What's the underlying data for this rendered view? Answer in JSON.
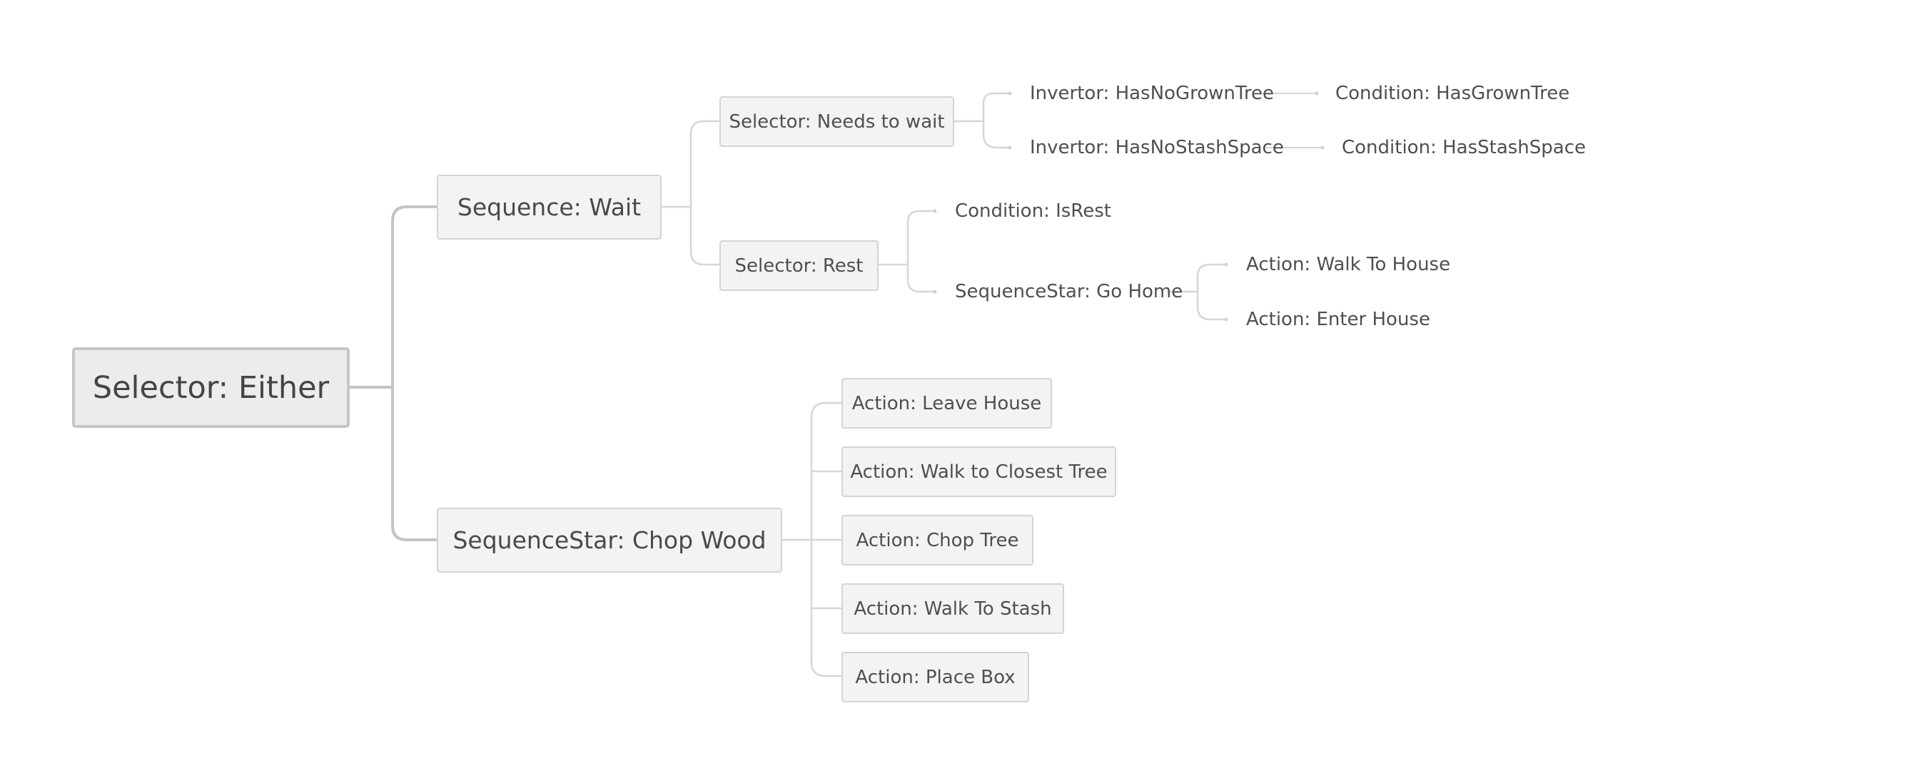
{
  "mindmap": {
    "root": {
      "label": "Selector: Either"
    },
    "sequence_wait": {
      "label": "Sequence: Wait",
      "selector_needs_to_wait": {
        "label": "Selector: Needs to wait",
        "invertor_no_grown_tree": "Invertor: HasNoGrownTree",
        "condition_grown_tree": "Condition: HasGrownTree",
        "invertor_no_stash_space": "Invertor: HasNoStashSpace",
        "condition_stash_space": "Condition: HasStashSpace"
      },
      "selector_rest": {
        "label": "Selector: Rest",
        "condition_is_rest": "Condition: IsRest",
        "sequencestar_go_home": {
          "label": "SequenceStar: Go Home",
          "action_walk_to_house": "Action: Walk To House",
          "action_enter_house": "Action: Enter House"
        }
      }
    },
    "sequencestar_chop_wood": {
      "label": "SequenceStar: Chop Wood",
      "actions": [
        "Action: Leave House",
        "Action: Walk to Closest Tree",
        "Action: Chop Tree",
        "Action: Walk To Stash",
        "Action: Place Box"
      ]
    }
  },
  "colors": {
    "background": "#ffffff",
    "node_fill": "#f3f3f3",
    "node_border": "#d4d4d4",
    "root_fill": "#ececec",
    "root_border": "#c6c6c6",
    "connector_main": "#c4c4c4",
    "connector_light": "#d6d6d6",
    "text": "#4a4a4a"
  }
}
